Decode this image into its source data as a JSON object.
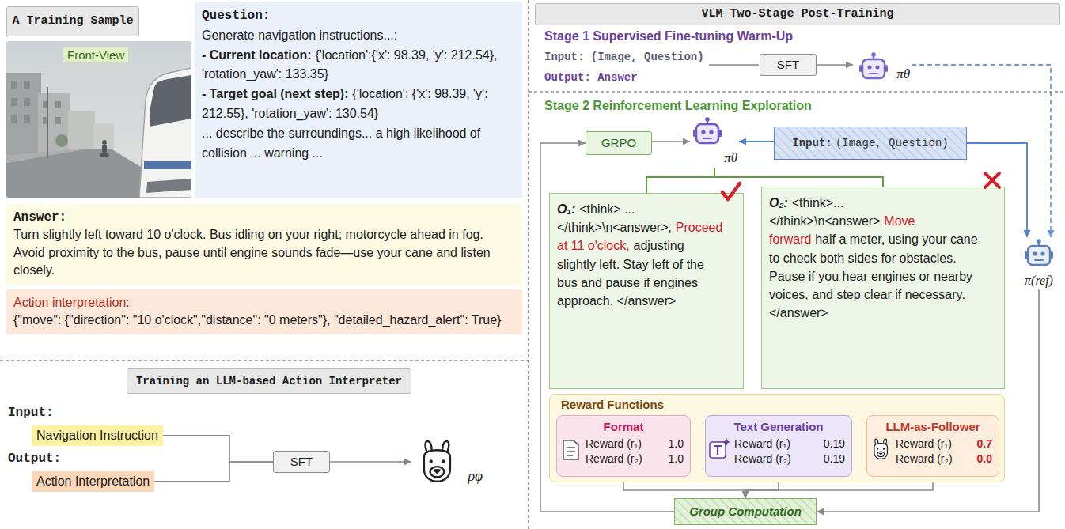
{
  "diagram": {
    "nodes": [
      {
        "text": [
          "A Training Sample"
        ]
      },
      {
        "text": [
          "Question:",
          "Generate navigation instructions...:",
          "- Current location:",
          "{'location':{'x': 98.39, 'y': 212.54}, 'rotation_yaw': 133.35}",
          "- Target goal (next step):",
          "{'location': {'x': 98.39, 'y': 212.55}, 'rotation_yaw': 130.54}",
          "... describe the surroundings... a high likelihood of collision ... warning ..."
        ]
      },
      {
        "text": [
          "Answer:",
          "Turn slightly left toward 10 o'clock. Bus idling on your right; motorcycle ahead in fog. Avoid proximity to the bus, pause until engine sounds fade—use your cane and listen closely."
        ]
      },
      {
        "text": [
          "Action interpretation:",
          "{\"move\": {\"direction\": \"10 o'clock\",\"distance\": \"0 meters\"}, \"detailed_hazard_alert\": True}"
        ]
      },
      {
        "text": [
          "Training an LLM-based Action Interpreter"
        ]
      },
      {
        "text": [
          "Navigation Instruction"
        ]
      },
      {
        "text": [
          "Action Interpretation"
        ]
      },
      {
        "text": [
          "SFT"
        ]
      },
      {
        "text": [
          "ρφ"
        ]
      },
      {
        "text": [
          "VLM Two-Stage Post-Training"
        ]
      },
      {
        "text": [
          "SFT"
        ]
      },
      {
        "text": [
          "πθ"
        ]
      },
      {
        "text": [
          "GRPO"
        ]
      },
      {
        "text": [
          "πθ"
        ]
      },
      {
        "text": [
          "Input:",
          "(Image, Question)"
        ]
      },
      {
        "text": [
          "π(ref)"
        ]
      },
      {
        "text": [
          "O₁:",
          "<think> ... </think>\\n<answer>,",
          "Proceed at 11 o'clock,",
          "adjusting slightly left. Stay left of the bus and pause if engines approach. </answer>"
        ]
      },
      {
        "text": [
          "O₂:",
          "<think>... </think>\\n<answer>",
          "Move forward",
          "half a meter, using your cane to check both sides for obstacles. Pause if you hear engines or nearby voices, and step clear if necessary.</answer>"
        ]
      },
      {
        "text": [
          "Reward Functions"
        ]
      },
      {
        "text": [
          "Format",
          "Reward (r₁)",
          "1.0",
          "Reward (r₂)",
          "1.0"
        ],
        "in": 18
      },
      {
        "text": [
          "Text Generation",
          "Reward (r₁)",
          "0.19",
          "Reward (r₂)",
          "0.19"
        ],
        "in": 18
      },
      {
        "text": [
          "LLM-as-Follower",
          "Reward (r₁)",
          "0.7",
          "Reward (r₂)",
          "0.0"
        ],
        "in": 18
      },
      {
        "text": [
          "Group Computation"
        ]
      }
    ],
    "edges": [
      {
        "from": 5,
        "to": 7,
        "arrow": "none"
      },
      {
        "from": 6,
        "to": 7,
        "arrow": "none"
      },
      {
        "from": 7,
        "to": 8,
        "arrow": "to"
      },
      {
        "from": 10,
        "to": 11,
        "arrow": "to"
      },
      {
        "from": 11,
        "to": 15,
        "arrow": "to"
      },
      {
        "from": 12,
        "to": 13,
        "arrow": "to"
      },
      {
        "from": 14,
        "to": 13,
        "arrow": "to"
      },
      {
        "from": 14,
        "to": 15,
        "arrow": "to"
      },
      {
        "from": 13,
        "to": 16,
        "arrow": "none"
      },
      {
        "from": 13,
        "to": 17,
        "arrow": "none"
      },
      {
        "from": 19,
        "to": 22,
        "arrow": "to"
      },
      {
        "from": 20,
        "to": 22,
        "arrow": "to"
      },
      {
        "from": 21,
        "to": 22,
        "arrow": "to"
      },
      {
        "from": 15,
        "to": 22,
        "arrow": "to"
      },
      {
        "from": 22,
        "to": 12,
        "arrow": "to"
      }
    ],
    "labels": [
      "Front-View",
      "Input:",
      "Output:",
      "Stage 1 Supervised Fine-tuning Warm-Up",
      "Input: (Image, Question)",
      "Output: Answer",
      "Stage 2 Reinforcement Learning Exploration"
    ]
  }
}
